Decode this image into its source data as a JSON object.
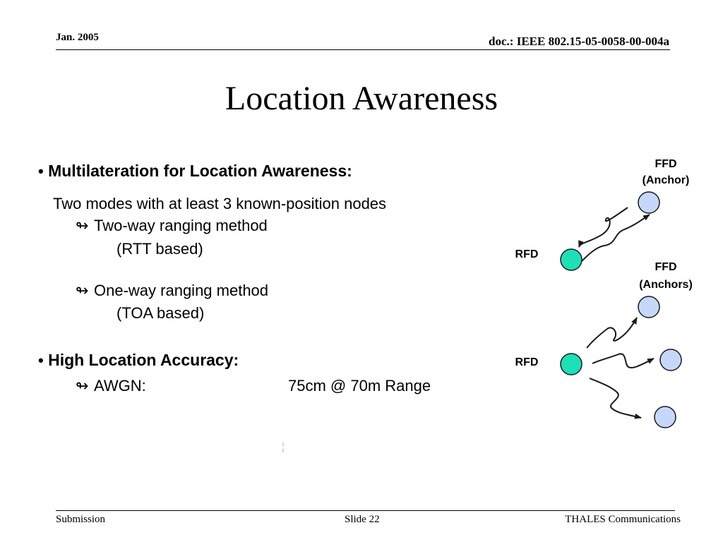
{
  "header": {
    "date": "Jan. 2005",
    "doc_id": "doc.: IEEE 802.15-05-0058-00-004a"
  },
  "title": "Location Awareness",
  "bullets": {
    "bullet_char": "•",
    "arrow_char": "↬",
    "item1": {
      "heading": "Multilateration for Location Awareness:",
      "line1": "Two modes with at least 3 known-position nodes",
      "sub1": "Two-way ranging method",
      "sub1_note": "(RTT based)",
      "sub2": "One-way ranging method",
      "sub2_note": "(TOA based)"
    },
    "item2": {
      "heading": "High Location Accuracy:",
      "sub1_label": "AWGN:",
      "sub1_value": "75cm  @ 70m Range"
    }
  },
  "stray_mark": "¦",
  "diagram": {
    "top": {
      "anchor_label_1": "FFD",
      "anchor_label_2": "(Anchor)",
      "device_label": "RFD"
    },
    "bottom": {
      "anchor_label_1": "FFD",
      "anchor_label_2": "(Anchors)",
      "device_label": "RFD"
    },
    "colors": {
      "rfd_fill": "#1de0b6",
      "ffd_fill": "#c6d8fa",
      "outline": "#1a1a1a"
    }
  },
  "footer": {
    "left": "Submission",
    "center": "Slide 22",
    "right": "THALES Communications"
  }
}
